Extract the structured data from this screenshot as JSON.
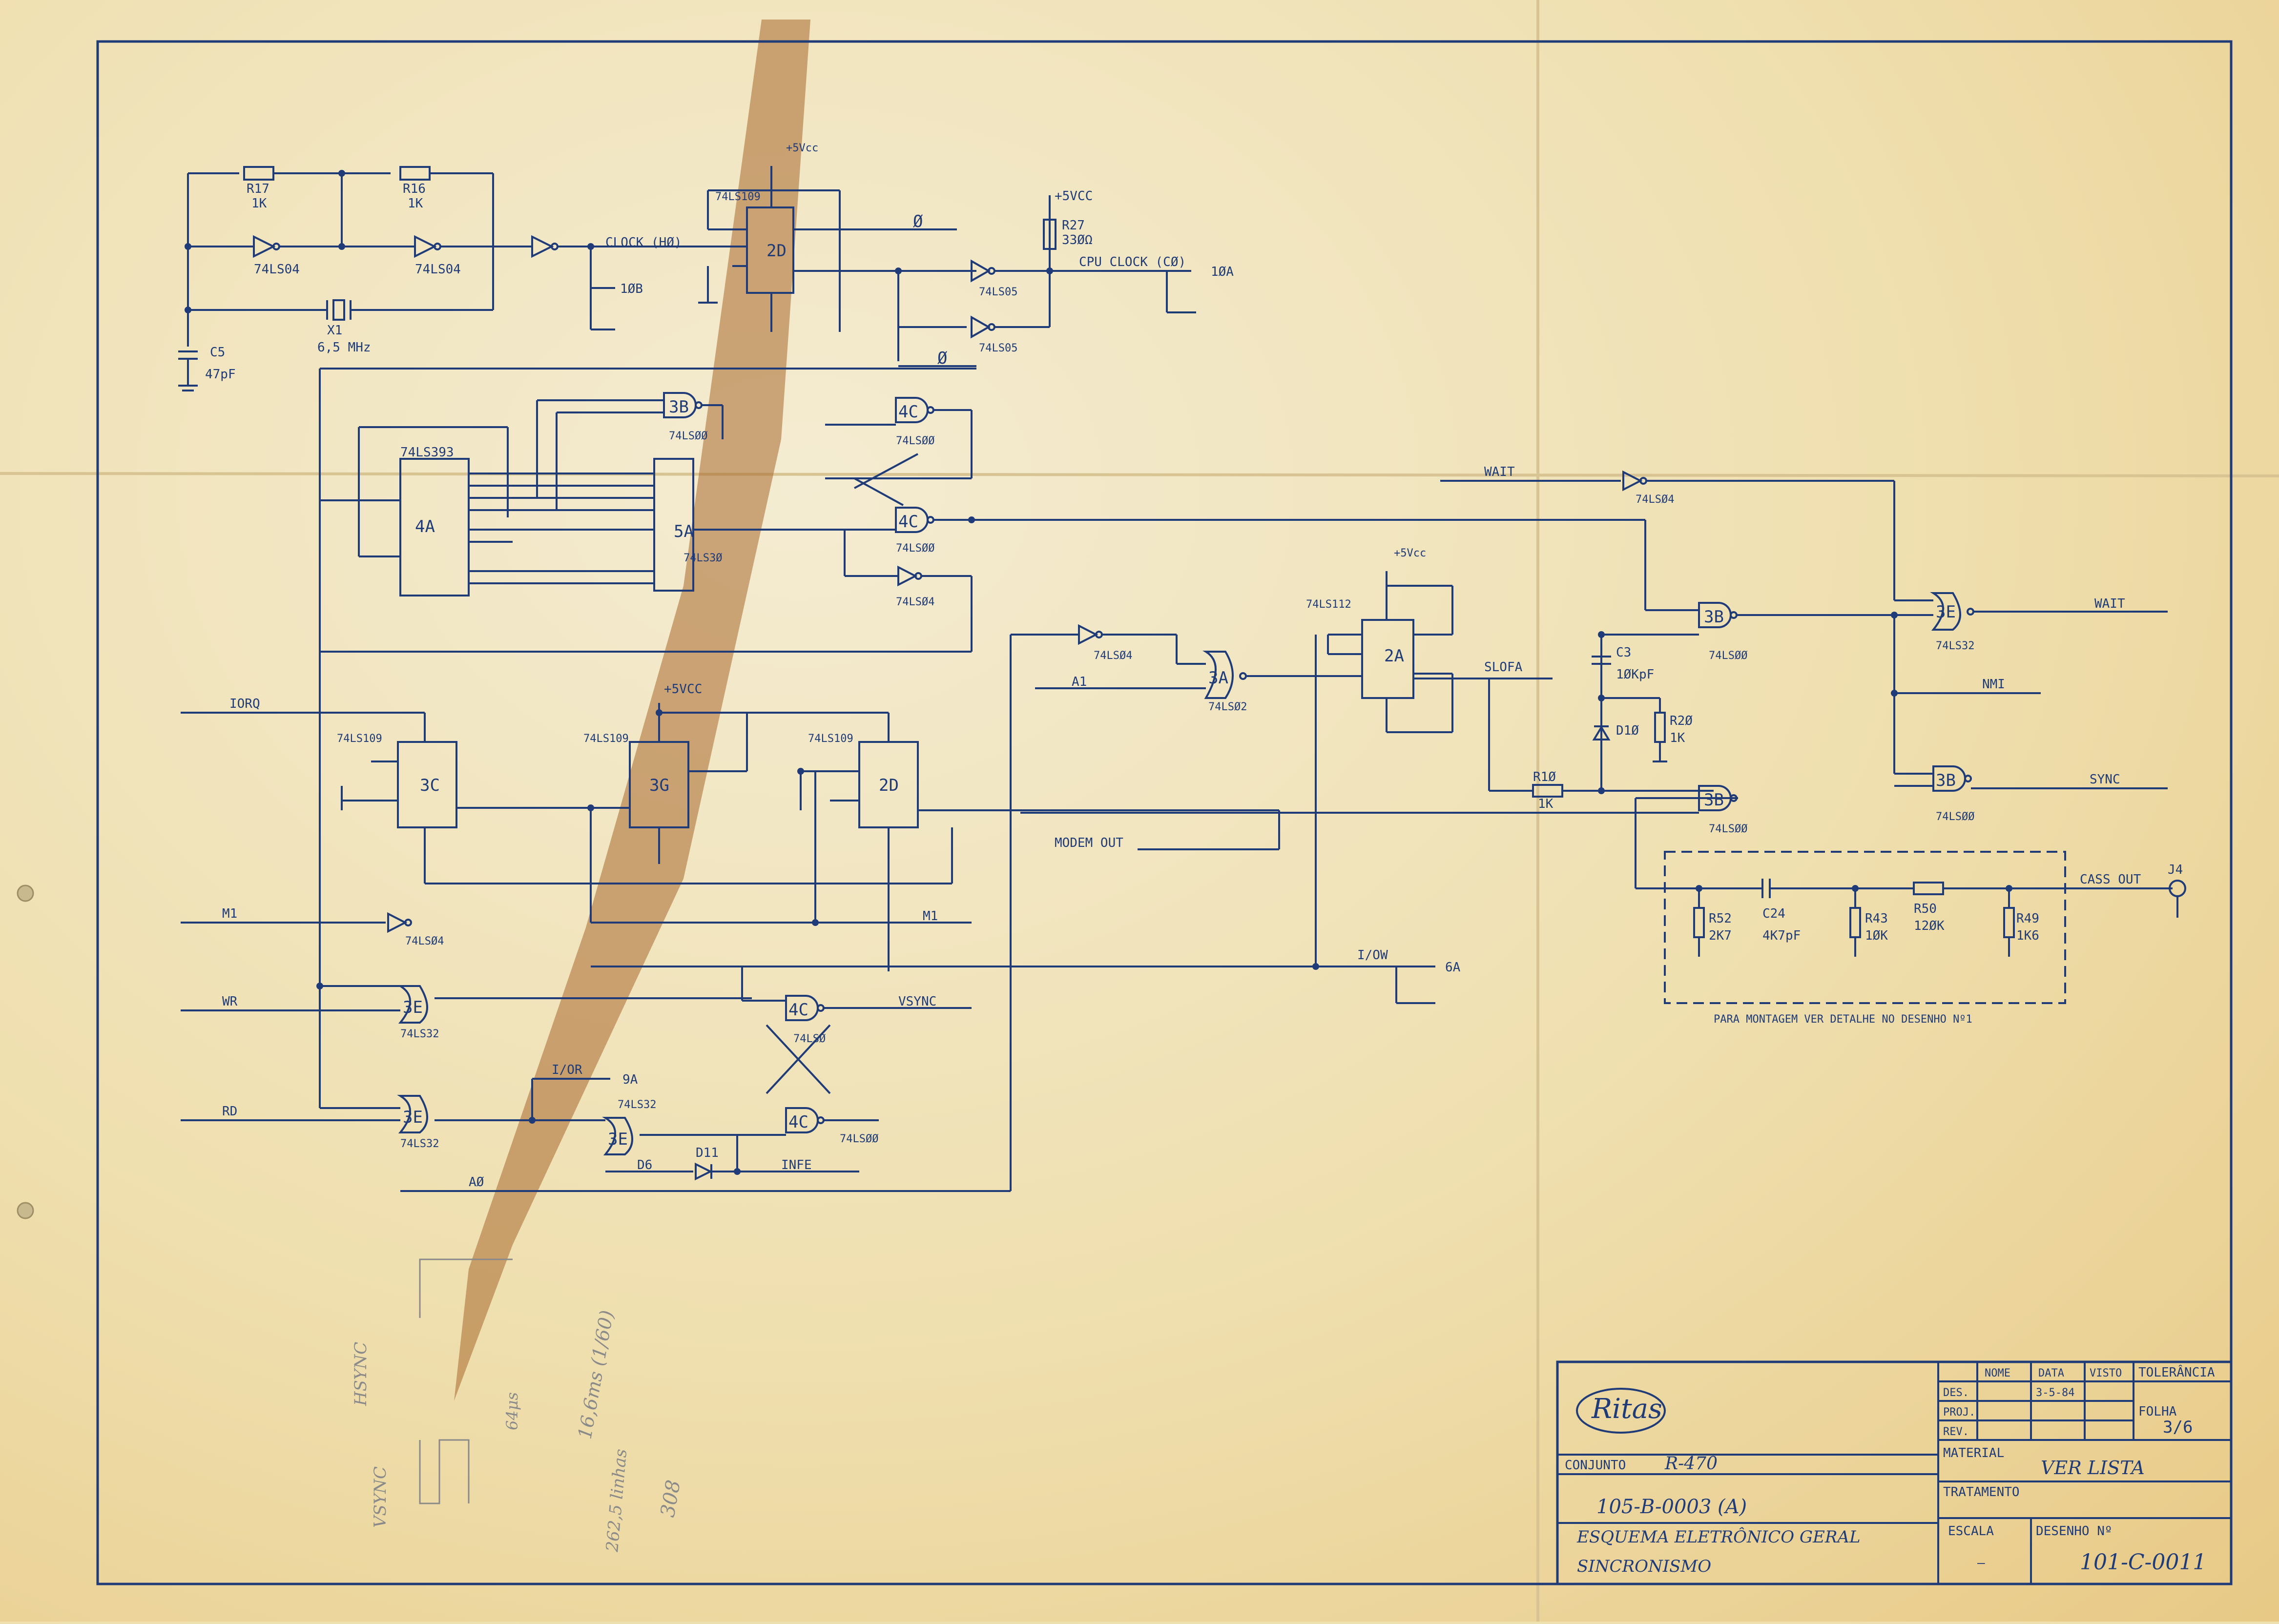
{
  "oscillator": {
    "r17": "R17",
    "r17_val": "1K",
    "r16": "R16",
    "r16_val": "1K",
    "c5": "C5",
    "c5_val": "47pF",
    "x1": "X1",
    "x1_val": "6,5 MHz",
    "gate": "74LS04"
  },
  "clock": {
    "label": "CLOCK (HØ)",
    "ref_1b": "1ØB",
    "phi": "Ø",
    "phi_bar": "Ø",
    "cpu_clock": "CPU CLOCK (CØ)",
    "ref_10a": "1ØA",
    "r27": "R27",
    "r27_val": "33ØΩ",
    "vcc": "+5VCC",
    "vcc2": "+5Vcc",
    "gate_05": "74LS05"
  },
  "chips": {
    "c2d_top": "2D",
    "c74ls109": "74LS109",
    "c74ls393": "74LS393",
    "c4a": "4A",
    "c5a": "5A",
    "c74ls30": "74LS3Ø",
    "c3b": "3B",
    "c74ls00": "74LSØØ",
    "c4c": "4C",
    "c74ls04": "74LSØ4",
    "c3c": "3C",
    "c3g": "3G",
    "c2d": "2D",
    "c3e": "3E",
    "c74ls32": "74LS32",
    "c4c_s": "74LSØ",
    "c2a": "2A",
    "c74ls112": "74LS112",
    "c3a": "3A",
    "c74ls02": "74LSØ2",
    "c74ls00b": "74LSØØ"
  },
  "signals": {
    "iorq": "IORQ",
    "m1": "M1",
    "wr": "WR",
    "rd": "RD",
    "a0": "AØ",
    "m1_out": "M1",
    "modem_out": "MODEM OUT",
    "vsync": "VSYNC",
    "ior": "I/OR",
    "ref_9a": "9A",
    "d6": "D6",
    "d11": "D11",
    "infe": "INFE",
    "a1": "A1",
    "slofa": "SLOFA",
    "iow": "I/OW",
    "ref_6a": "6A",
    "wait_in": "WAIT",
    "wait_out": "WAIT",
    "nmi": "NMI",
    "sync": "SYNC",
    "cass_out": "CASS OUT",
    "j4": "J4"
  },
  "passives": {
    "c3": "C3",
    "c3_val": "1ØKpF",
    "d10": "D1Ø",
    "r20": "R2Ø",
    "r20_val": "1K",
    "r10": "R1Ø",
    "r10_val": "1K",
    "r52": "R52",
    "r52_val": "2K7",
    "c24": "C24",
    "c24_val": "4K7pF",
    "r43": "R43",
    "r43_val": "1ØK",
    "r50": "R50",
    "r50_val": "12ØK",
    "r49": "R49",
    "r49_val": "1K6",
    "detail_note": "PARA MONTAGEM VER DETALHE NO DESENHO Nº1"
  },
  "title_block": {
    "logo": "Ritas",
    "col_nome": "NOME",
    "col_data": "DATA",
    "col_visto": "VISTO",
    "tolerancia": "TOLERÂNCIA",
    "row_des": "DES.",
    "row_proj": "PROJ.",
    "row_rev": "REV.",
    "des_data": "3-5-84",
    "folha_label": "FOLHA",
    "folha_val": "3/6",
    "material_label": "MATERIAL",
    "material_val": "VER LISTA",
    "tratamento_label": "TRATAMENTO",
    "conjunto_label": "CONJUNTO",
    "conjunto_val": "R-470",
    "part_no": "105-B-0003 (A)",
    "title1": "ESQUEMA ELETRÔNICO GERAL",
    "title2": "SINCRONISMO",
    "escala_label": "ESCALA",
    "escala_val": "—",
    "desenho_label": "DESENHO Nº",
    "desenho_val": "101-C-0011"
  },
  "pencil_notes": {
    "n1": "VSYNC",
    "n2": "HSYNC",
    "n3": "16,6ms (1/60)",
    "n4": "64μs",
    "n5": "262,5 linhas",
    "n6": "308"
  },
  "colors": {
    "ink": "#1f3b78",
    "paper": "#efdfae",
    "stain": "#a8672e"
  }
}
